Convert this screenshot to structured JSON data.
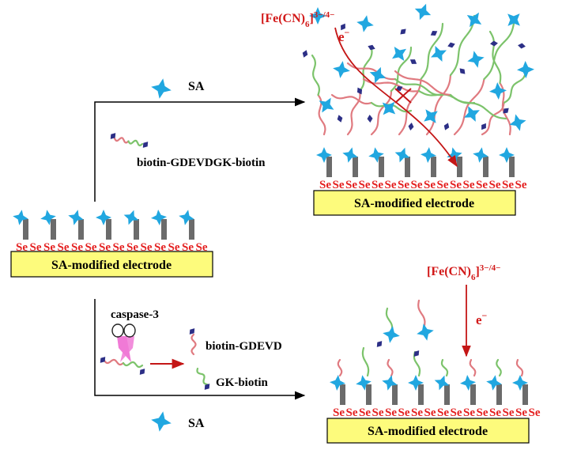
{
  "colors": {
    "star": "#21a7e0",
    "diamond": "#2c2f86",
    "peptide_pink": "#e07a80",
    "peptide_green": "#7cc36b",
    "electrode_fill": "#fdfb7c",
    "arrow_red": "#c41616",
    "se_red": "#e41f1f",
    "pillar": "#6b6b6b",
    "scissors_pink": "#f07ad6"
  },
  "labels": {
    "sa_top": "SA",
    "biotin_peptide": "biotin-GDEVDGK-biotin",
    "caspase": "caspase-3",
    "biotin_gdevd": "biotin-GDEVD",
    "gk_biotin": "GK-biotin",
    "sa_bottom": "SA",
    "se": "Se",
    "electron": "e",
    "electron_sup": "−"
  },
  "redox": {
    "prefix": "[Fe(CN)",
    "sub": "6",
    "suffix": "]",
    "sup": "3−/4−"
  },
  "electrodes": {
    "left": "SA-modified electrode",
    "top_right": "SA-modified electrode",
    "bottom_right": "SA-modified electrode"
  }
}
